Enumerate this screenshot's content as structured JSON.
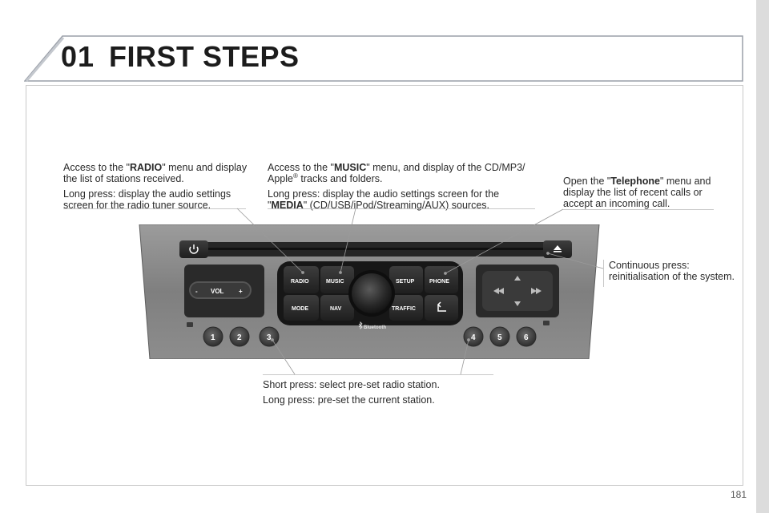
{
  "header": {
    "chapter_number": "01",
    "chapter_title": "FIRST STEPS"
  },
  "callouts": {
    "radio": {
      "line1_pre": "Access to the \"",
      "line1_bold": "RADIO",
      "line1_post": "\" menu and display the list of stations received.",
      "line2": "Long press: display the audio settings screen for the radio tuner source."
    },
    "music": {
      "line1_pre": "Access to the \"",
      "line1_bold": "MUSIC",
      "line1_post": "\" menu, and display of the CD/MP3/ Apple",
      "line1_sup": "®",
      "line1_end": " tracks and folders.",
      "line2_pre": "Long press: display the audio settings screen for the \"",
      "line2_bold": "MEDIA",
      "line2_post": "\" (CD/USB/iPod/Streaming/AUX) sources."
    },
    "telephone": {
      "line1_pre": "Open the \"",
      "line1_bold": "Telephone",
      "line1_post": "\" menu and display the list of recent calls or accept an incoming call."
    },
    "reset": {
      "text": "Continuous press: reinitialisation of the system."
    },
    "presets": {
      "line1": "Short press: select pre-set radio station.",
      "line2": "Long press: pre-set the current station."
    }
  },
  "radio_unit": {
    "buttons": {
      "radio": "RADIO",
      "music": "MUSIC",
      "setup": "SETUP",
      "phone": "PHONE",
      "mode": "MODE",
      "nav": "NAV",
      "traffic": "TRAFFIC"
    },
    "volume": {
      "minus": "-",
      "label": "VOL",
      "plus": "+"
    },
    "presets_left": [
      "1",
      "2",
      "3"
    ],
    "presets_right": [
      "4",
      "5",
      "6"
    ],
    "bluetooth_label": "Bluetooth"
  },
  "icons": {
    "power": "power-icon",
    "eject": "eject-icon",
    "back": "back-icon",
    "arrows": "navigation-arrows-icon",
    "bluetooth": "bluetooth-icon"
  },
  "page_number": "181"
}
